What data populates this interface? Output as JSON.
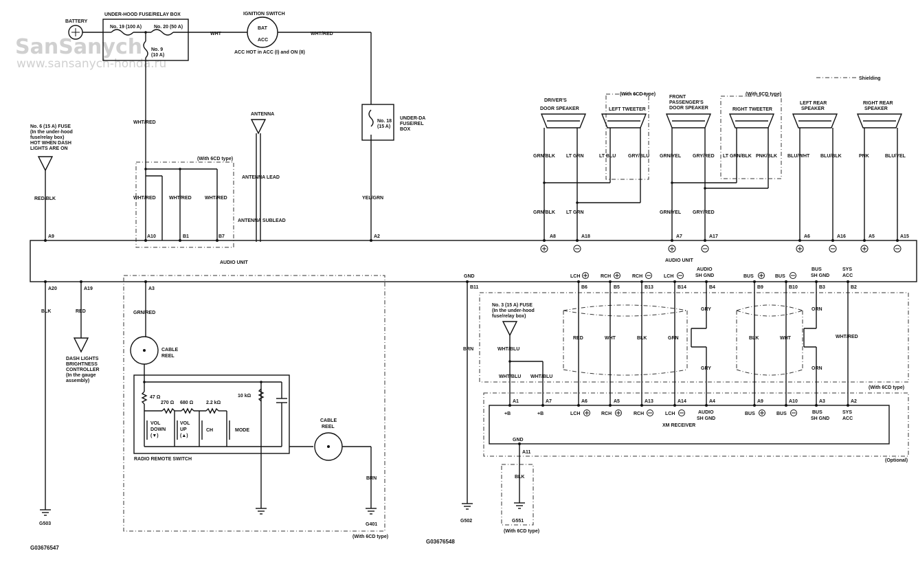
{
  "watermark": {
    "brand": "SanSanych",
    "url": "www.sansanych-honda.ru"
  },
  "legend": {
    "shielding": "Shielding"
  },
  "power": {
    "battery": "BATTERY",
    "underhood_box": "UNDER-HOOD FUSE/RELAY BOX",
    "fuse19": "No. 19 (100 A)",
    "fuse20": "No. 20 (50 A)",
    "fuse9_a": "No. 9",
    "fuse9_b": "(10 A)",
    "ignition": "IGNITION SWITCH",
    "bat": "BAT",
    "acc": "ACC",
    "acc_hot": "ACC HOT in ACC (I) and ON (II)",
    "wht": "WHT",
    "wht_red": "WHT/RED",
    "fuse18_a": "No. 18",
    "fuse18_b": "(15 A)",
    "underdash_a": "UNDER-DA",
    "underdash_b": "FUSE/REL",
    "underdash_c": "BOX",
    "yel_grn": "YEL/GRN"
  },
  "dash_fuse": {
    "l1": "No. 6 (15 A) FUSE",
    "l2": "(In the under-hood",
    "l3": "fuse/relay box)",
    "l4": "HOT WHEN DASH",
    "l5": "LIGHTS ARE ON",
    "wire": "RED/BLK"
  },
  "antenna": {
    "label": "ANTENNA",
    "lead": "ANTENNA LEAD",
    "sublead": "ANTENNA SUBLEAD"
  },
  "six_cd": "(With 6CD type)",
  "speakers": {
    "driver_a": "DRIVER'S",
    "driver_b": "DOOR SPEAKER",
    "left_tw": "LEFT TWEETER",
    "front_a": "FRONT",
    "front_b": "PASSENGER'S",
    "front_c": "DOOR SPEAKER",
    "right_tw": "RIGHT TWEETER",
    "left_rear_a": "LEFT REAR",
    "left_rear_b": "SPEAKER",
    "right_rear_a": "RIGHT REAR",
    "right_rear_b": "SPEAKER"
  },
  "wires": {
    "grn_blk": "GRN/BLK",
    "lt_grn": "LT GRN",
    "lt_blu": "LT BLU",
    "gry_blu": "GRY/BLU",
    "grn_yel": "GRN/YEL",
    "gry_red": "GRY/RED",
    "lt_grn_blk": "LT GRN/BLK",
    "pnk_blk": "PNK/BLK",
    "blu_wht": "BLU/WHT",
    "blu_blk": "BLU/BLK",
    "pnk": "PNK",
    "blu_yel": "BLU/YEL",
    "blk": "BLK",
    "red": "RED",
    "grn_red": "GRN/RED",
    "brn": "BRN",
    "wht_blu": "WHT/BLU",
    "wht": "WHT",
    "grn": "GRN",
    "gry": "GRY",
    "orn": "ORN"
  },
  "audio_unit": "AUDIO UNIT",
  "pins_top": [
    "A9",
    "A10",
    "B1",
    "B7",
    "A2",
    "A8",
    "A18",
    "A7",
    "A17",
    "A6",
    "A16",
    "A5",
    "A15"
  ],
  "pins_bottom": [
    "A20",
    "A19",
    "A3",
    "B11",
    "B6",
    "B5",
    "B13",
    "B14",
    "B4",
    "B9",
    "B10",
    "B3",
    "B2"
  ],
  "signals": {
    "gnd": "GND",
    "lch": "LCH",
    "rch": "RCH",
    "audio_sh_gnd_a": "AUDIO",
    "audio_sh_gnd_b": "SH GND",
    "bus": "BUS",
    "bus_sh_a": "BUS",
    "bus_sh_b": "SH GND",
    "sys_a": "SYS",
    "sys_b": "ACC",
    "plus_b": "+B"
  },
  "dimmer": {
    "l1": "DASH LIGHTS",
    "l2": "BRIGHTNESS",
    "l3": "CONTROLLER",
    "l4": "(In the gauge",
    "l5": "assembly)"
  },
  "cable_reel": {
    "a": "CABLE",
    "b": "REEL"
  },
  "remote": {
    "title": "RADIO REMOTE SWITCH",
    "r1": "47 Ω",
    "r2": "270 Ω",
    "r3": "680 Ω",
    "r4": "2.2 kΩ",
    "r5": "10 kΩ",
    "vol_down_a": "VOL",
    "vol_down_b": "DOWN",
    "vol_down_c": "(▼)",
    "vol_up_a": "VOL",
    "vol_up_b": "UP",
    "vol_up_c": "(▲)",
    "ch": "CH",
    "mode": "MODE"
  },
  "fuse3": {
    "l1": "No. 3 (15 A) FUSE",
    "l2": "(In the under-hood",
    "l3": "fuse/relay box)"
  },
  "xm": {
    "label": "XM RECEIVER",
    "pins": [
      "A1",
      "A7",
      "A6",
      "A5",
      "A13",
      "A14",
      "A4",
      "A9",
      "A10",
      "A3",
      "A2",
      "A11"
    ],
    "optional": "(Optional)"
  },
  "grounds": {
    "g503": "G503",
    "g401": "G401",
    "g502": "G502",
    "g551": "G551"
  },
  "codes": {
    "left": "G03676547",
    "right": "G03676548"
  }
}
